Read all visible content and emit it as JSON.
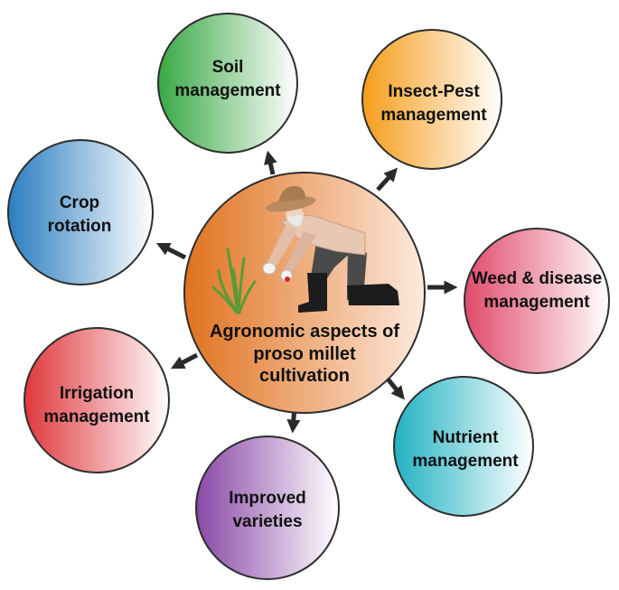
{
  "center": {
    "lines": [
      "Agronomic aspects of",
      "proso millet",
      "cultivation"
    ],
    "color_start": "#e0721e",
    "color_end": "#fdeade",
    "illustration_icon": "farmer-kneeling-with-millet-plant-icon"
  },
  "fade_color": "#ffffff",
  "connector_icon": "arrow-icon",
  "nodes": [
    {
      "lines": [
        "Soil",
        "management"
      ],
      "color": "#39a844"
    },
    {
      "lines": [
        "Insect-Pest",
        "management"
      ],
      "color": "#f59d1a"
    },
    {
      "lines": [
        "Crop",
        "rotation"
      ],
      "color": "#2a7dc0"
    },
    {
      "lines": [
        "Weed & disease",
        "management"
      ],
      "color": "#df4a6a"
    },
    {
      "lines": [
        "Irrigation",
        "management"
      ],
      "color": "#e0373c"
    },
    {
      "lines": [
        "Nutrient",
        "management"
      ],
      "color": "#21b2c2"
    },
    {
      "lines": [
        "Improved",
        "varieties"
      ],
      "color": "#8947a5"
    }
  ]
}
